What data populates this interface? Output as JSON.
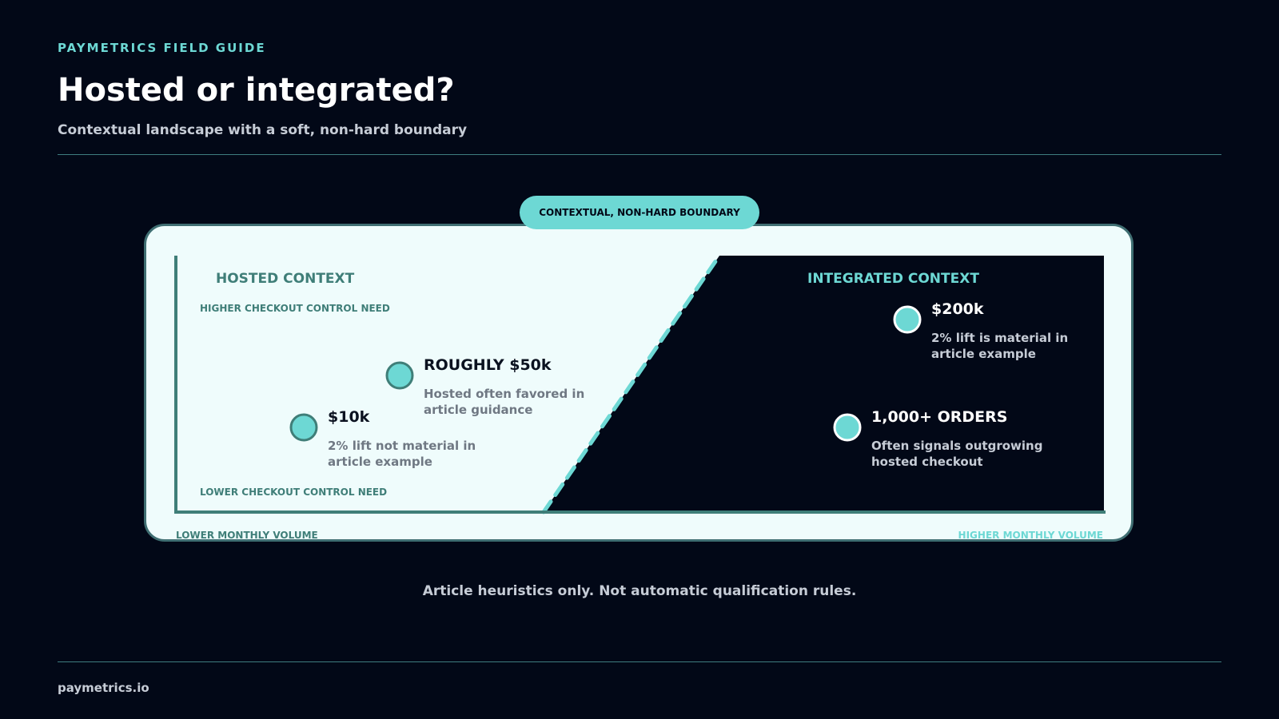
{
  "header": {
    "eyebrow": "PAYMETRICS FIELD GUIDE",
    "title": "Hosted or integrated?",
    "subtitle": "Contextual landscape with a soft, non-hard boundary"
  },
  "boundary_label": "CONTEXTUAL, NON-HARD BOUNDARY",
  "regions": {
    "hosted": {
      "label": "HOSTED CONTEXT"
    },
    "integrated": {
      "label": "INTEGRATED CONTEXT"
    }
  },
  "axes": {
    "y_top": "HIGHER CHECKOUT CONTROL NEED",
    "y_bottom": "LOWER CHECKOUT CONTROL NEED",
    "x_left": "LOWER MONTHLY VOLUME",
    "x_right": "HIGHER MONTHLY VOLUME"
  },
  "points": {
    "p10k": {
      "title": "$10k",
      "desc": "2% lift not material in article example"
    },
    "p50k": {
      "title": "ROUGHLY $50k",
      "desc": "Hosted often favored in article guidance"
    },
    "p200k": {
      "title": "$200k",
      "desc": "2% lift is material in article example"
    },
    "orders": {
      "title": "1,000+ ORDERS",
      "desc": "Often signals outgrowing hosted checkout"
    }
  },
  "note": "Article heuristics only. Not automatic qualification rules.",
  "footer": {
    "site": "paymetrics.io"
  },
  "colors": {
    "background": "#020817",
    "accent": "#6dd8d4",
    "panel": "#effcfc",
    "axis": "#3f7e78"
  }
}
